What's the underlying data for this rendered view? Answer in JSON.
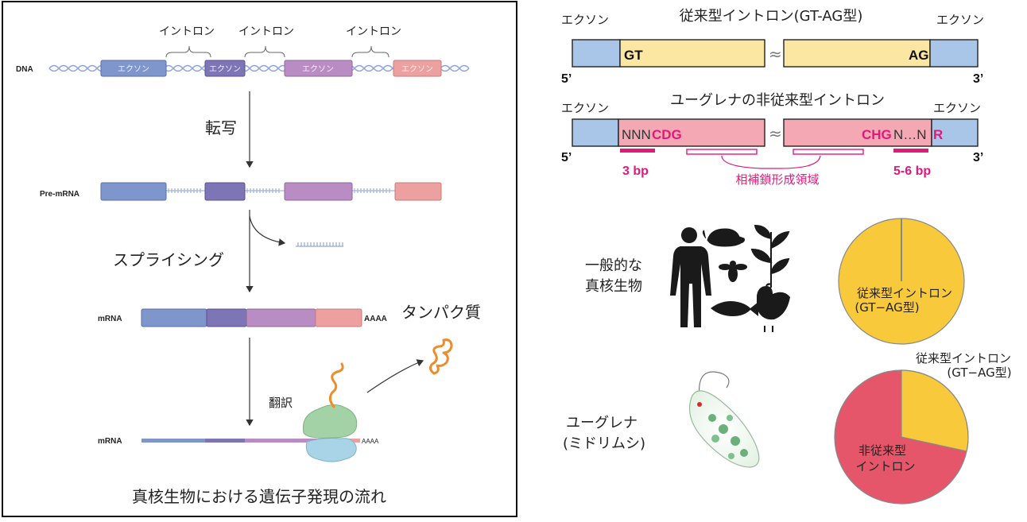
{
  "left_panel": {
    "dna_label": "DNA",
    "intron_labels": [
      "イントロン",
      "イントロン",
      "イントロン"
    ],
    "exon_labels": [
      "エクソン",
      "エクソン",
      "エクソン",
      "エクソン"
    ],
    "transcription": "転写",
    "pre_mrna_label": "Pre-mRNA",
    "splicing": "スプライシング",
    "mrna_label": "mRNA",
    "polya": "AAAA",
    "protein": "タンパク質",
    "translation": "翻訳",
    "mrna_label_2": "mRNA",
    "polya_2": "AAAA",
    "caption": "真核生物における遺伝子発現の流れ"
  },
  "canonical": {
    "title": "従来型イントロン(GT-AG型)",
    "exon_left": "エクソン",
    "exon_right": "エクソン",
    "gt": "GT",
    "ag": "AG",
    "five_prime": "5’",
    "three_prime": "3’"
  },
  "noncanonical": {
    "title": "ユーグレナの非従来型イントロン",
    "exon_left": "エクソン",
    "exon_right": "エクソン",
    "nnn": "NNN",
    "cdg": "CDG",
    "chg": "CHG",
    "n_dots_n": "N…N",
    "r": "R",
    "five_prime": "5’",
    "three_prime": "3’",
    "bp_left": "3 bp",
    "bp_right": "5-6 bp",
    "complementary": "相補鎖形成領域"
  },
  "organisms": {
    "general_line1": "一般的な",
    "general_line2": "真核生物",
    "euglena_line1": "ユーグレナ",
    "euglena_line2": "(ミドリムシ)"
  },
  "pie_general": {
    "label_line1": "従来型イントロン",
    "label_line2": "(GT−AG型)"
  },
  "pie_euglena": {
    "outside_line1": "従来型イントロン",
    "outside_line2": "(GT−AG型)",
    "inside_line1": "非従来型",
    "inside_line2": "イントロン"
  },
  "colors": {
    "exon_blue": "#7f96cc",
    "exon_purple": "#7d75b5",
    "exon_violet": "#b98cc4",
    "exon_pink": "#eda0a0",
    "dna_strand": "#8fa4d8",
    "magenta": "#e0197d",
    "box_blue": "#a9c6e8",
    "box_yellow": "#fbe6a2",
    "box_pink": "#f4a8b3",
    "pie_yellow": "#f8c93a",
    "pie_red": "#e6566a",
    "orange": "#ef8c2a"
  }
}
